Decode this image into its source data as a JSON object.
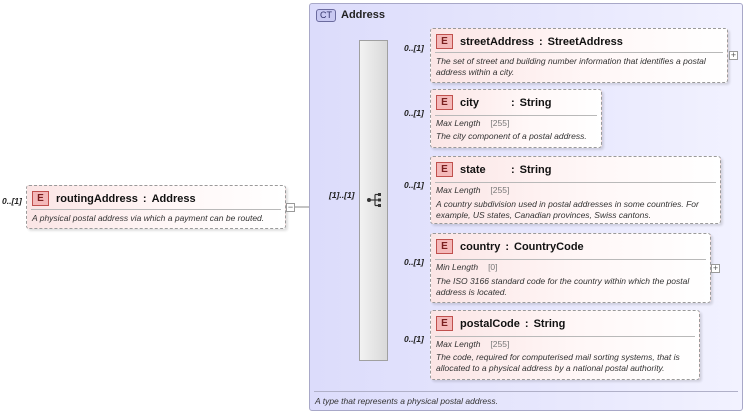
{
  "root": {
    "occurrence": "0..[1]",
    "badge": "E",
    "name": "routingAddress",
    "separator": ":",
    "type": "Address",
    "description": "A physical postal address via which a payment can be routed.",
    "expander": "−"
  },
  "sequence": {
    "occurrence": "[1]..[1]"
  },
  "complex_type": {
    "badge": "CT",
    "name": "Address",
    "description": "A type that represents a physical postal address."
  },
  "children": [
    {
      "occurrence": "0..[1]",
      "badge": "E",
      "name": "streetAddress",
      "separator": ":",
      "type": "StreetAddress",
      "description": "The set of street and building number information that identifies a postal address within a city.",
      "expander": "+"
    },
    {
      "occurrence": "0..[1]",
      "badge": "E",
      "name": "city",
      "separator": ":",
      "type": "String",
      "facet_label": "Max Length",
      "facet_value": "[255]",
      "description": "The city component of a postal address."
    },
    {
      "occurrence": "0..[1]",
      "badge": "E",
      "name": "state",
      "separator": ":",
      "type": "String",
      "facet_label": "Max Length",
      "facet_value": "[255]",
      "description": "A country subdivision used in postal addresses in some countries. For example, US states, Canadian provinces, Swiss cantons."
    },
    {
      "occurrence": "0..[1]",
      "badge": "E",
      "name": "country",
      "separator": ":",
      "type": "CountryCode",
      "facet_label": "Min Length",
      "facet_value": "[0]",
      "description": "The ISO 3166 standard code for the country within which the postal address is located.",
      "expander": "+"
    },
    {
      "occurrence": "0..[1]",
      "badge": "E",
      "name": "postalCode",
      "separator": ":",
      "type": "String",
      "facet_label": "Max Length",
      "facet_value": "[255]",
      "description": "The code, required for computerised mail sorting systems, that is allocated to a physical address by a national postal authority."
    }
  ]
}
